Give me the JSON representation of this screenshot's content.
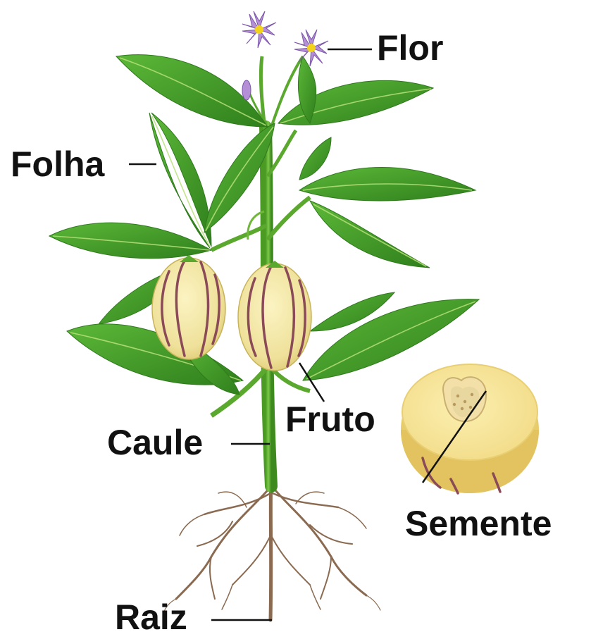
{
  "labels": {
    "flower": "Flor",
    "leaf": "Folha",
    "fruit": "Fruto",
    "stem": "Caule",
    "seed": "Semente",
    "root": "Raiz"
  },
  "colors": {
    "leaf": "#3f9a25",
    "leaf_dark": "#2f7a1c",
    "stem": "#5aa82e",
    "fruit": "#f2e6a0",
    "fruit_stripe": "#8b4a57",
    "flower_petal": "#b48fd6",
    "flower_center": "#f2d21a",
    "root": "#8a6a50",
    "text": "#111111"
  }
}
